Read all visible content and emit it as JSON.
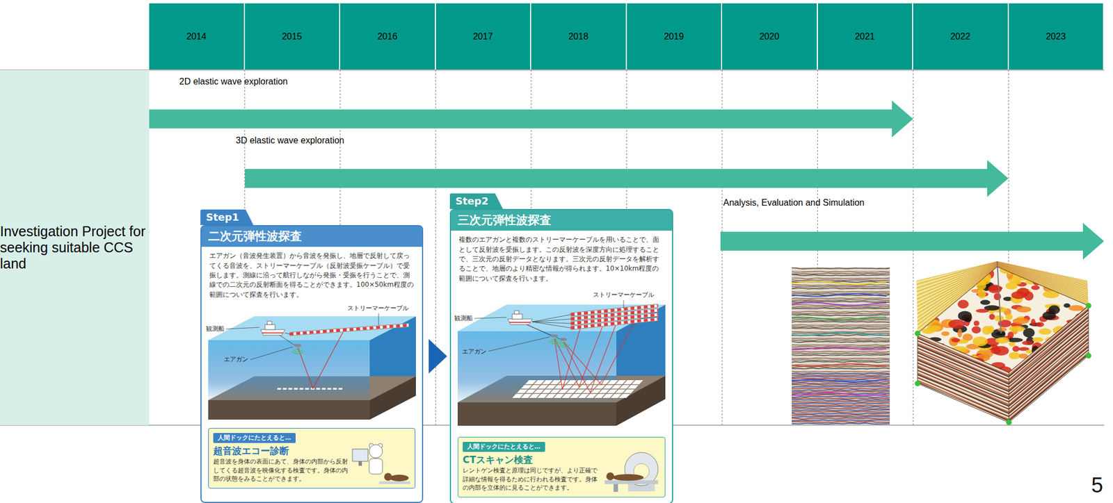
{
  "diagram": {
    "nodes": [
      {
        "text": [
          "2014"
        ]
      },
      {
        "text": [
          "2015"
        ]
      },
      {
        "text": [
          "2016"
        ]
      },
      {
        "text": [
          "2017"
        ]
      },
      {
        "text": [
          "2018"
        ]
      },
      {
        "text": [
          "2019"
        ]
      },
      {
        "text": [
          "2020"
        ]
      },
      {
        "text": [
          "2021"
        ]
      },
      {
        "text": [
          "2022"
        ]
      },
      {
        "text": [
          "2023"
        ]
      },
      {
        "text": [
          "Investigation Project for seeking suitable CCS land"
        ]
      },
      {
        "text": [
          "2D elastic wave exploration"
        ]
      },
      {
        "text": [
          "3D elastic wave exploration"
        ]
      },
      {
        "text": [
          "Analysis, Evaluation and Simulation"
        ]
      },
      {
        "text": [
          "Step1",
          "二次元弾性波探査",
          "エアガン（音波発生装置）から音波を発振し、地層で反射して戻ってくる音波を、ストリーマーケーブル（反射波受振ケーブル）で受振します。測線に沿って航行しながら発振・受振を行うことで、測線での二次元の反射断面を得ることができます。100×50km程度の範囲について探査を行います。"
        ]
      },
      {
        "text": [
          "人間ドックにたとえると…",
          "超音波エコー診断",
          "超音波を身体の表面にあて、身体の内部から反射してくる超音波を映像化する検査です。身体の内部の状態をみることができます。"
        ],
        "in": 14
      },
      {
        "text": [
          "Step2",
          "三次元弾性波探査",
          "複数のエアガンと複数のストリーマーケーブルを用いることで、面として反射波を受振します。この反射波を深度方向に処理することで、三次元の反射データとなります。三次元の反射データを解析することで、地層のより精密な情報が得られます。10×10km程度の範囲について探査を行います。"
        ]
      },
      {
        "text": [
          "人間ドックにたとえると…",
          "CTスキャン検査",
          "レントゲン検査と原理は同じですが、より正確で詳細な情報を得るために行われる検査です。身体の内部を立体的に見ることができます。"
        ],
        "in": 16
      }
    ],
    "edges": [
      {
        "from": 14,
        "to": 16,
        "arrow": "to"
      }
    ],
    "labels": [
      "ストリーマーケーブル",
      "観測船",
      "エアガン",
      "ストリーマーケーブル",
      "エアガン",
      "観測船",
      "5"
    ]
  }
}
